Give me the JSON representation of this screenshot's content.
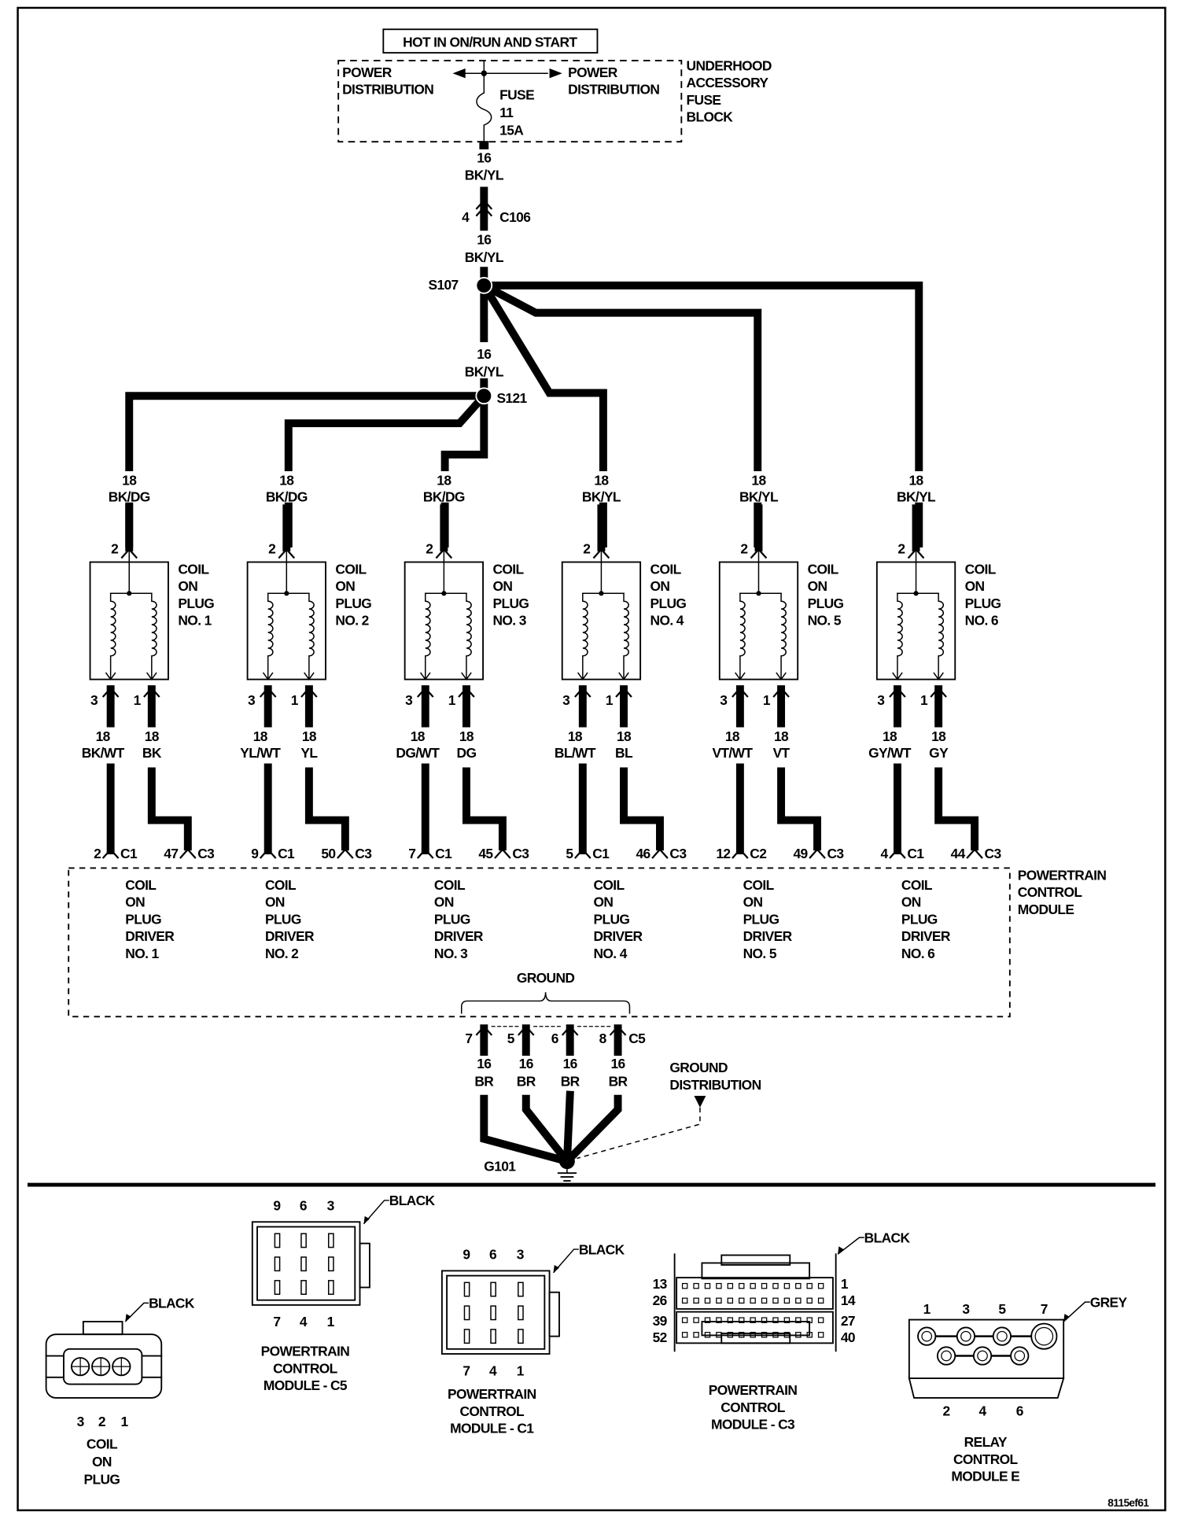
{
  "colors": {
    "ink": "#000000",
    "paper": "#ffffff"
  },
  "header": {
    "hot_label": "HOT IN ON/RUN AND START"
  },
  "fuse_block": {
    "name_lines": [
      "UNDERHOOD",
      "ACCESSORY",
      "FUSE",
      "BLOCK"
    ],
    "left_dist": [
      "POWER",
      "DISTRIBUTION"
    ],
    "right_dist": [
      "POWER",
      "DISTRIBUTION"
    ],
    "fuse_lines": [
      "FUSE",
      "11",
      "15A"
    ]
  },
  "feed": {
    "wire1": {
      "gauge": "16",
      "color": "BK/YL"
    },
    "c106": {
      "pin": "4",
      "name": "C106"
    },
    "wire2": {
      "gauge": "16",
      "color": "BK/YL"
    },
    "s107": "S107",
    "wire3": {
      "gauge": "16",
      "color": "BK/YL"
    },
    "s121": "S121"
  },
  "coils": [
    {
      "label": [
        "COIL",
        "ON",
        "PLUG",
        "NO. 1"
      ],
      "feed": {
        "pin": "2",
        "gauge": "18",
        "color": "BK/DG"
      },
      "pin3": {
        "pin": "3",
        "gauge": "18",
        "color": "BK/WT",
        "pcm_pin": "2",
        "pcm_conn": "C1"
      },
      "pin1": {
        "pin": "1",
        "gauge": "18",
        "color": "BK",
        "pcm_pin": "47",
        "pcm_conn": "C3"
      },
      "driver": [
        "COIL",
        "ON",
        "PLUG",
        "DRIVER",
        "NO. 1"
      ]
    },
    {
      "label": [
        "COIL",
        "ON",
        "PLUG",
        "NO. 2"
      ],
      "feed": {
        "pin": "2",
        "gauge": "18",
        "color": "BK/DG"
      },
      "pin3": {
        "pin": "3",
        "gauge": "18",
        "color": "YL/WT",
        "pcm_pin": "9",
        "pcm_conn": "C1"
      },
      "pin1": {
        "pin": "1",
        "gauge": "18",
        "color": "YL",
        "pcm_pin": "50",
        "pcm_conn": "C3"
      },
      "driver": [
        "COIL",
        "ON",
        "PLUG",
        "DRIVER",
        "NO. 2"
      ]
    },
    {
      "label": [
        "COIL",
        "ON",
        "PLUG",
        "NO. 3"
      ],
      "feed": {
        "pin": "2",
        "gauge": "18",
        "color": "BK/DG"
      },
      "pin3": {
        "pin": "3",
        "gauge": "18",
        "color": "DG/WT",
        "pcm_pin": "7",
        "pcm_conn": "C1"
      },
      "pin1": {
        "pin": "1",
        "gauge": "18",
        "color": "DG",
        "pcm_pin": "45",
        "pcm_conn": "C3"
      },
      "driver": [
        "COIL",
        "ON",
        "PLUG",
        "DRIVER",
        "NO. 3"
      ]
    },
    {
      "label": [
        "COIL",
        "ON",
        "PLUG",
        "NO. 4"
      ],
      "feed": {
        "pin": "2",
        "gauge": "18",
        "color": "BK/YL"
      },
      "pin3": {
        "pin": "3",
        "gauge": "18",
        "color": "BL/WT",
        "pcm_pin": "5",
        "pcm_conn": "C1"
      },
      "pin1": {
        "pin": "1",
        "gauge": "18",
        "color": "BL",
        "pcm_pin": "46",
        "pcm_conn": "C3"
      },
      "driver": [
        "COIL",
        "ON",
        "PLUG",
        "DRIVER",
        "NO. 4"
      ]
    },
    {
      "label": [
        "COIL",
        "ON",
        "PLUG",
        "NO. 5"
      ],
      "feed": {
        "pin": "2",
        "gauge": "18",
        "color": "BK/YL"
      },
      "pin3": {
        "pin": "3",
        "gauge": "18",
        "color": "VT/WT",
        "pcm_pin": "12",
        "pcm_conn": "C2"
      },
      "pin1": {
        "pin": "1",
        "gauge": "18",
        "color": "VT",
        "pcm_pin": "49",
        "pcm_conn": "C3"
      },
      "driver": [
        "COIL",
        "ON",
        "PLUG",
        "DRIVER",
        "NO. 5"
      ]
    },
    {
      "label": [
        "COIL",
        "ON",
        "PLUG",
        "NO. 6"
      ],
      "feed": {
        "pin": "2",
        "gauge": "18",
        "color": "BK/YL"
      },
      "pin3": {
        "pin": "3",
        "gauge": "18",
        "color": "GY/WT",
        "pcm_pin": "4",
        "pcm_conn": "C1"
      },
      "pin1": {
        "pin": "1",
        "gauge": "18",
        "color": "GY",
        "pcm_pin": "44",
        "pcm_conn": "C3"
      },
      "driver": [
        "COIL",
        "ON",
        "PLUG",
        "DRIVER",
        "NO. 6"
      ]
    }
  ],
  "pcm": {
    "name_lines": [
      "POWERTRAIN",
      "CONTROL",
      "MODULE"
    ],
    "ground_label": "GROUND"
  },
  "grounds": {
    "connector": "C5",
    "wires": [
      {
        "pin": "7",
        "gauge": "16",
        "color": "BR"
      },
      {
        "pin": "5",
        "gauge": "16",
        "color": "BR"
      },
      {
        "pin": "6",
        "gauge": "16",
        "color": "BR"
      },
      {
        "pin": "8",
        "gauge": "16",
        "color": "BR"
      }
    ],
    "splice": "G101",
    "distribution": [
      "GROUND",
      "DISTRIBUTION"
    ]
  },
  "connector_views": {
    "coil_on_plug": {
      "color_tag": "BLACK",
      "pins": [
        "3",
        "2",
        "1"
      ],
      "title": [
        "COIL",
        "ON",
        "PLUG"
      ]
    },
    "pcm_c5": {
      "color_tag": "BLACK",
      "top_pins": [
        "9",
        "6",
        "3"
      ],
      "bottom_pins": [
        "7",
        "4",
        "1"
      ],
      "title": [
        "POWERTRAIN",
        "CONTROL",
        "MODULE - C5"
      ]
    },
    "pcm_c1": {
      "color_tag": "BLACK",
      "top_pins": [
        "9",
        "6",
        "3"
      ],
      "bottom_pins": [
        "7",
        "4",
        "1"
      ],
      "title": [
        "POWERTRAIN",
        "CONTROL",
        "MODULE - C1"
      ]
    },
    "pcm_c3": {
      "color_tag": "BLACK",
      "left_pins": [
        "13",
        "26",
        "39",
        "52"
      ],
      "right_pins": [
        "1",
        "14",
        "27",
        "40"
      ],
      "title": [
        "POWERTRAIN",
        "CONTROL",
        "MODULE - C3"
      ]
    },
    "relay_e": {
      "color_tag": "GREY",
      "top_pins": [
        "1",
        "3",
        "5",
        "7"
      ],
      "bottom_pins": [
        "2",
        "4",
        "6"
      ],
      "title": [
        "RELAY",
        "CONTROL",
        "MODULE E"
      ]
    }
  },
  "figure_code": "8115ef61"
}
